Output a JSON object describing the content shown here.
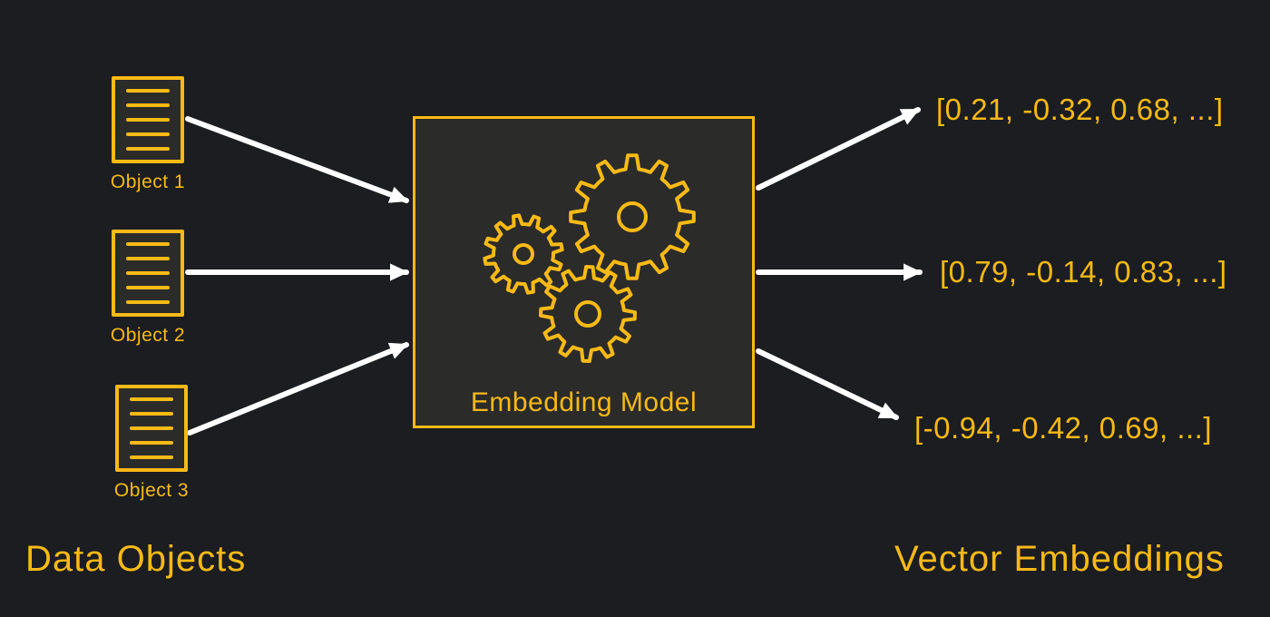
{
  "diagram": {
    "title_left": "Data Objects",
    "title_right": "Vector Embeddings",
    "embedding_model": {
      "label": "Embedding Model",
      "icon": "gears-icon"
    },
    "data_objects": [
      {
        "label": "Object 1",
        "icon": "document-icon"
      },
      {
        "label": "Object 2",
        "icon": "document-icon"
      },
      {
        "label": "Object 3",
        "icon": "document-icon"
      }
    ],
    "vector_embeddings": [
      "[0.21, -0.32, 0.68, ...]",
      "[0.79, -0.14, 0.83, ...]",
      "[-0.94, -0.42, 0.69, ...]"
    ],
    "colors": {
      "background": "#1b1d21",
      "panel": "#2b2b2a",
      "accent": "#f9ba16",
      "arrow": "#ffffff"
    }
  }
}
